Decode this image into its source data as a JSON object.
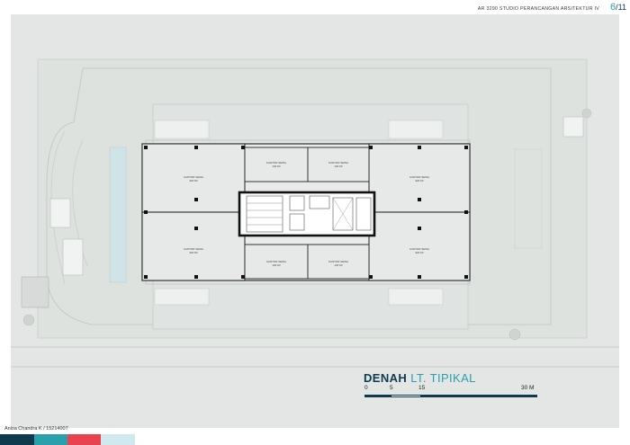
{
  "header": {
    "course_title": "AR 3290 STUDIO PERANCANGAN ARSITEKTUR IV",
    "page_current": "6",
    "page_sep": "/",
    "page_total": "11"
  },
  "drawing": {
    "title_main": "DENAH",
    "title_accent": "LT. TIPIKAL",
    "scale_labels": [
      "0",
      "5",
      "15",
      "30 M"
    ]
  },
  "room_labels": {
    "office_large": "KANTOR SEWA",
    "office_area_large": "320 M²",
    "office_small": "KANTOR SEWA",
    "office_area_small": "130 M²"
  },
  "footer": {
    "author": "Anisa Chandra K / 15214007"
  },
  "colors": {
    "accent_dark": "#0e3a4f",
    "accent_teal": "#2aa0ad",
    "accent_red": "#e8434f",
    "accent_light": "#cfe9ee"
  }
}
